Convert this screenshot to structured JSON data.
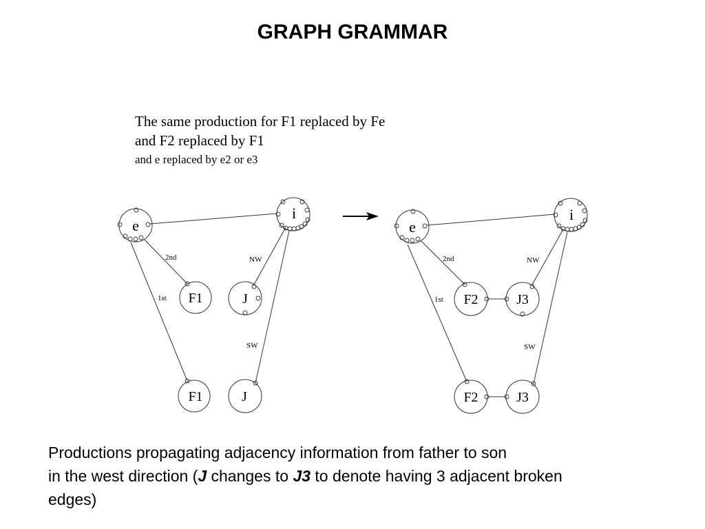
{
  "title": "GRAPH GRAMMAR",
  "caption": {
    "line1": "The same production for F1 replaced by Fe",
    "line2": "and F2 replaced by F1",
    "line3": "and e replaced by e2 or e3"
  },
  "left_graph": {
    "node_e": "e",
    "node_i": "i",
    "node_f_top": "F1",
    "node_j_top": "J",
    "node_f_bottom": "F1",
    "node_j_bottom": "J",
    "edge_2nd": "2nd",
    "edge_1st": "1st",
    "edge_nw": "NW",
    "edge_sw": "SW"
  },
  "right_graph": {
    "node_e": "e",
    "node_i": "i",
    "node_f_top": "F2",
    "node_j_top": "J3",
    "node_f_bottom": "F2",
    "node_j_bottom": "J3",
    "edge_2nd": "2nd",
    "edge_1st": "1st",
    "edge_nw": "NW",
    "edge_sw": "SW"
  },
  "body": {
    "line1": "Productions propagating adjacency information from father to son",
    "line2_prefix": "in the west direction (",
    "line2_j": "J",
    "line2_mid": " changes to ",
    "line2_j3": "J3",
    "line2_suffix": " to denote having 3 adjacent broken",
    "line3": "edges)"
  }
}
